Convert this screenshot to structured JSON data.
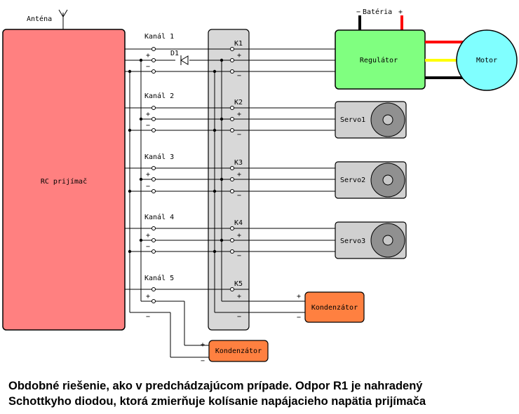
{
  "antenna": {
    "label": "Anténa"
  },
  "battery": {
    "minus": "−",
    "label": "Batéria",
    "plus": "+"
  },
  "receiver": {
    "label": "RC prijímač"
  },
  "channels": [
    {
      "label": "Kanál 1"
    },
    {
      "label": "Kanál 2"
    },
    {
      "label": "Kanál 3"
    },
    {
      "label": "Kanál 4"
    },
    {
      "label": "Kanál 5"
    }
  ],
  "connectors": [
    "K1",
    "K2",
    "K3",
    "K4",
    "K5"
  ],
  "pins": {
    "plus": "+",
    "minus": "−"
  },
  "diode": {
    "label": "D1"
  },
  "regulator": {
    "label": "Regulátor",
    "color": "#80ff80"
  },
  "motor": {
    "label": "Motor",
    "color": "#80ffff"
  },
  "servos": [
    {
      "label": "Servo1"
    },
    {
      "label": "Servo2"
    },
    {
      "label": "Servo3"
    }
  ],
  "capacitors": [
    {
      "label": "Kondenzátor"
    },
    {
      "label": "Kondenzátor"
    }
  ],
  "colors": {
    "receiver": "#ff8080",
    "connector_strip": "#d8d8d8",
    "servo": "#d0d0d0",
    "capacitor": "#ff8040",
    "wire_red": "#ff0000",
    "wire_yellow": "#ffff00",
    "wire_black": "#000000"
  },
  "caption": {
    "line1": "Obdobné riešenie, ako v predchádzajúcom prípade. Odpor R1 je nahradený",
    "line2": "Schottkyho diodou, ktorá zmierňuje kolísanie napájacieho napätia prijímača"
  }
}
